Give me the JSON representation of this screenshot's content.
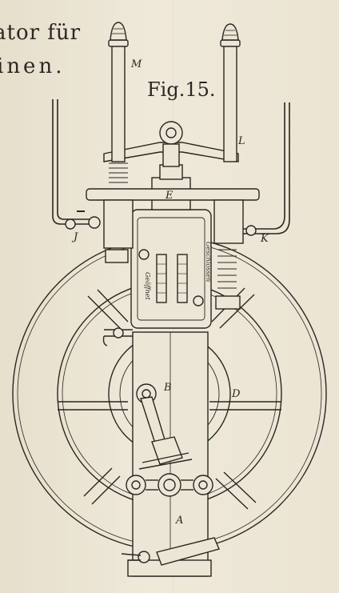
{
  "header": {
    "line1": "ator für",
    "line2": "inen."
  },
  "figure": {
    "caption": "Fig.15.",
    "labels": {
      "M": "M",
      "L": "L",
      "E": "E",
      "J": "J",
      "K": "K",
      "B": "B",
      "D": "D",
      "A": "A"
    },
    "scale_labels": {
      "open": "Geöffnet",
      "closed": "Geschlossen"
    }
  }
}
